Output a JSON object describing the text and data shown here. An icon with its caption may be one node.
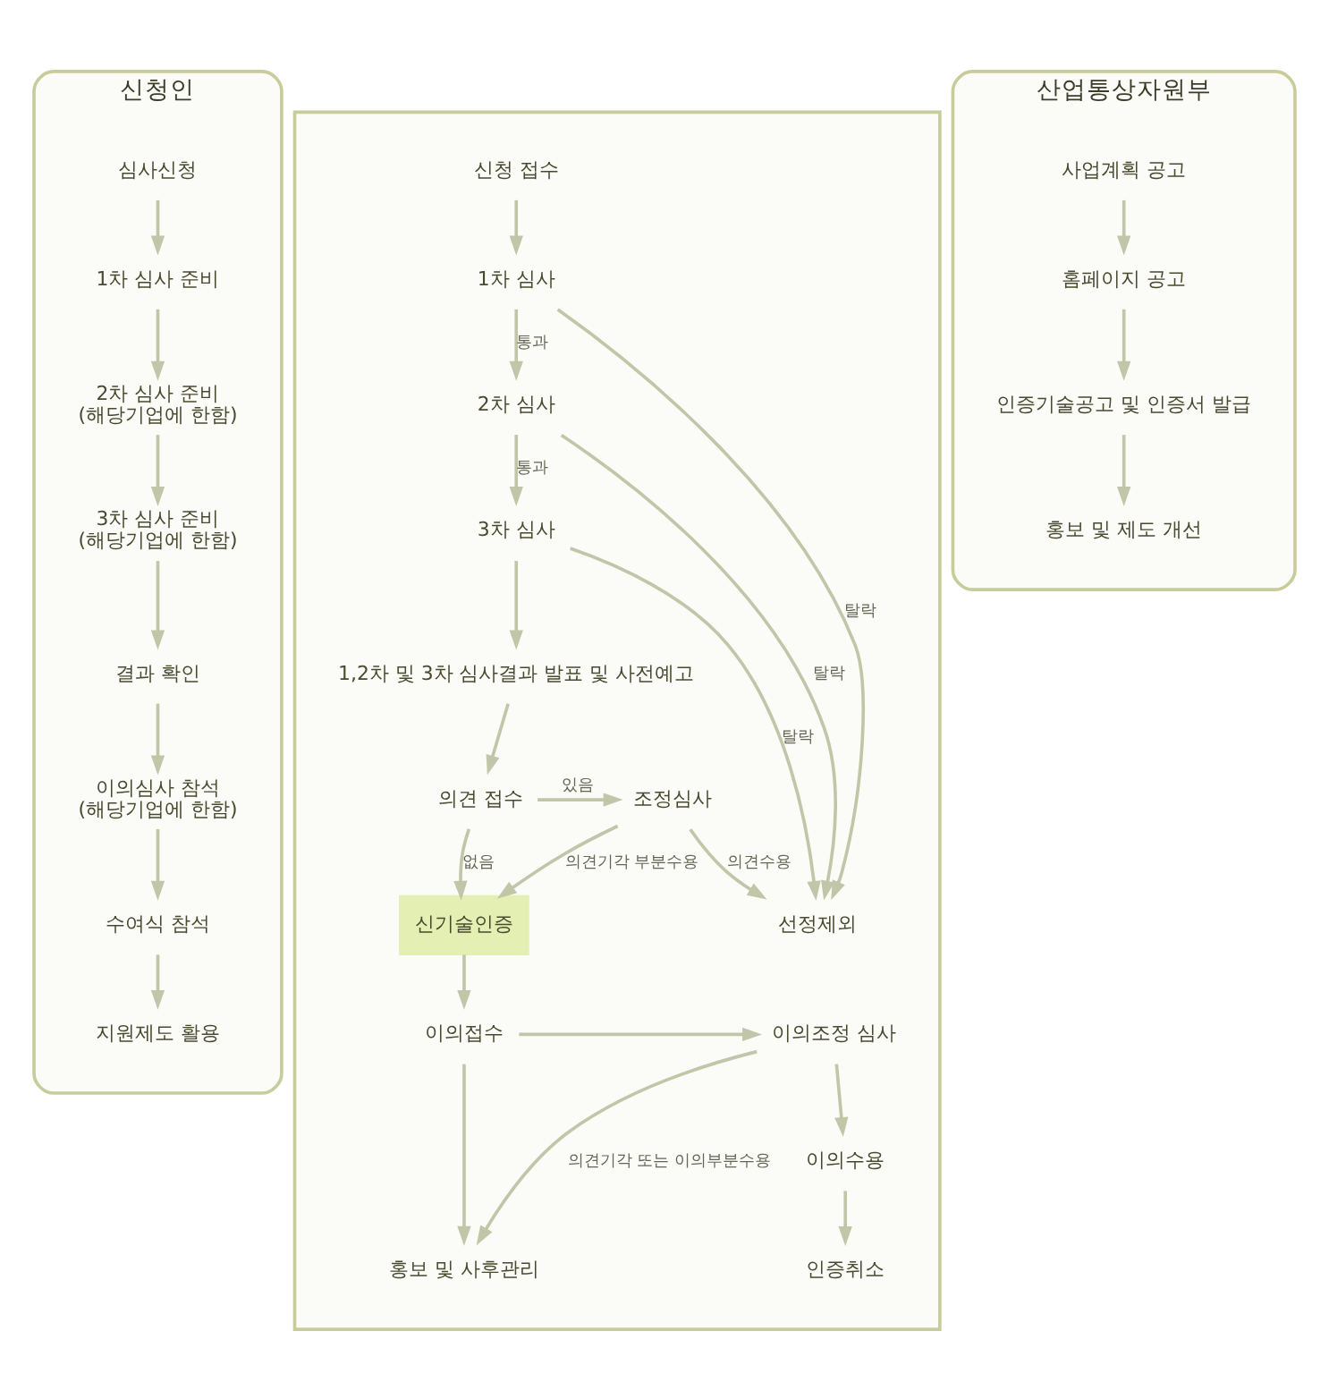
{
  "diagram": {
    "nodes": [
      {
        "text": [
          "신청인"
        ]
      },
      {
        "text": [
          "심사신청"
        ],
        "in": 0
      },
      {
        "text": [
          "1차 심사 준비"
        ],
        "in": 0
      },
      {
        "text": [
          "2차 심사 준비",
          "(해당기업에 한함)"
        ],
        "in": 0
      },
      {
        "text": [
          "3차 심사 준비",
          "(해당기업에 한함)"
        ],
        "in": 0
      },
      {
        "text": [
          "결과 확인"
        ],
        "in": 0
      },
      {
        "text": [
          "이의심사 참석",
          "(해당기업에 한함)"
        ],
        "in": 0
      },
      {
        "text": [
          "수여식 참석"
        ],
        "in": 0
      },
      {
        "text": [
          "지원제도 활용"
        ],
        "in": 0
      },
      {
        "text": [],
        "shape": "box"
      },
      {
        "text": [
          "신청 접수"
        ],
        "in": 9
      },
      {
        "text": [
          "1차 심사"
        ],
        "in": 9
      },
      {
        "text": [
          "2차 심사"
        ],
        "in": 9
      },
      {
        "text": [
          "3차 심사"
        ],
        "in": 9
      },
      {
        "text": [
          "1,2차 및 3차 심사결과 발표 및 사전예고"
        ],
        "in": 9
      },
      {
        "text": [
          "의견 접수"
        ],
        "in": 9
      },
      {
        "text": [
          "조정심사"
        ],
        "in": 9
      },
      {
        "text": [
          "신기술인증"
        ],
        "in": 9
      },
      {
        "text": [
          "선정제외"
        ],
        "in": 9
      },
      {
        "text": [
          "이의접수"
        ],
        "in": 9
      },
      {
        "text": [
          "이의조정 심사"
        ],
        "in": 9
      },
      {
        "text": [
          "이의수용"
        ],
        "in": 9
      },
      {
        "text": [
          "홍보 및 사후관리"
        ],
        "in": 9
      },
      {
        "text": [
          "인증취소"
        ],
        "in": 9
      },
      {
        "text": [
          "산업통상자원부"
        ]
      },
      {
        "text": [
          "사업계획 공고"
        ],
        "in": 24
      },
      {
        "text": [
          "홈페이지 공고"
        ],
        "in": 24
      },
      {
        "text": [
          "인증기술공고 및 인증서 발급"
        ],
        "in": 24
      },
      {
        "text": [
          "홍보 및 제도 개선"
        ],
        "in": 24
      }
    ],
    "edges": [
      {
        "from": 1,
        "to": 2,
        "arrow": "to"
      },
      {
        "from": 2,
        "to": 3,
        "arrow": "to"
      },
      {
        "from": 3,
        "to": 4,
        "arrow": "to"
      },
      {
        "from": 4,
        "to": 5,
        "arrow": "to"
      },
      {
        "from": 5,
        "to": 6,
        "arrow": "to"
      },
      {
        "from": 6,
        "to": 7,
        "arrow": "to"
      },
      {
        "from": 7,
        "to": 8,
        "arrow": "to"
      },
      {
        "from": 10,
        "to": 11,
        "arrow": "to"
      },
      {
        "from": 11,
        "to": 12,
        "arrow": "to",
        "label": "통과"
      },
      {
        "from": 12,
        "to": 13,
        "arrow": "to",
        "label": "통과"
      },
      {
        "from": 13,
        "to": 14,
        "arrow": "to"
      },
      {
        "from": 11,
        "to": 18,
        "arrow": "to",
        "label": "탈락"
      },
      {
        "from": 12,
        "to": 18,
        "arrow": "to",
        "label": "탈락"
      },
      {
        "from": 13,
        "to": 18,
        "arrow": "to",
        "label": "탈락"
      },
      {
        "from": 14,
        "to": 15,
        "arrow": "to"
      },
      {
        "from": 15,
        "to": 16,
        "arrow": "to",
        "label": "있음"
      },
      {
        "from": 15,
        "to": 17,
        "arrow": "to",
        "label": "없음"
      },
      {
        "from": 16,
        "to": 17,
        "arrow": "to",
        "label": "의견기각 부분수용"
      },
      {
        "from": 16,
        "to": 18,
        "arrow": "to",
        "label": "의견수용"
      },
      {
        "from": 17,
        "to": 19,
        "arrow": "to"
      },
      {
        "from": 19,
        "to": 20,
        "arrow": "to"
      },
      {
        "from": 19,
        "to": 22,
        "arrow": "to"
      },
      {
        "from": 20,
        "to": 22,
        "arrow": "to",
        "label": "의견기각 또는 이의부분수용"
      },
      {
        "from": 20,
        "to": 21,
        "arrow": "to"
      },
      {
        "from": 21,
        "to": 23,
        "arrow": "to"
      },
      {
        "from": 25,
        "to": 26,
        "arrow": "to"
      },
      {
        "from": 26,
        "to": 27,
        "arrow": "to"
      },
      {
        "from": 27,
        "to": 28,
        "arrow": "to"
      }
    ]
  }
}
